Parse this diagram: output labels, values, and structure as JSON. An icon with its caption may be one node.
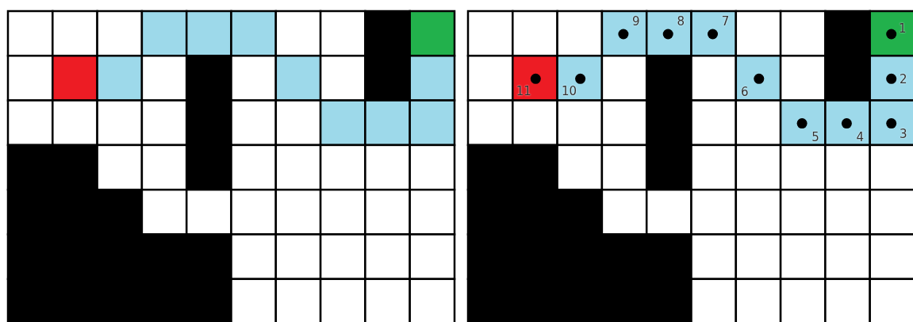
{
  "diagram": {
    "labels": [
      "9",
      "8",
      "7",
      "1",
      "11",
      "10",
      "6",
      "2",
      "5",
      "4",
      "3"
    ]
  }
}
